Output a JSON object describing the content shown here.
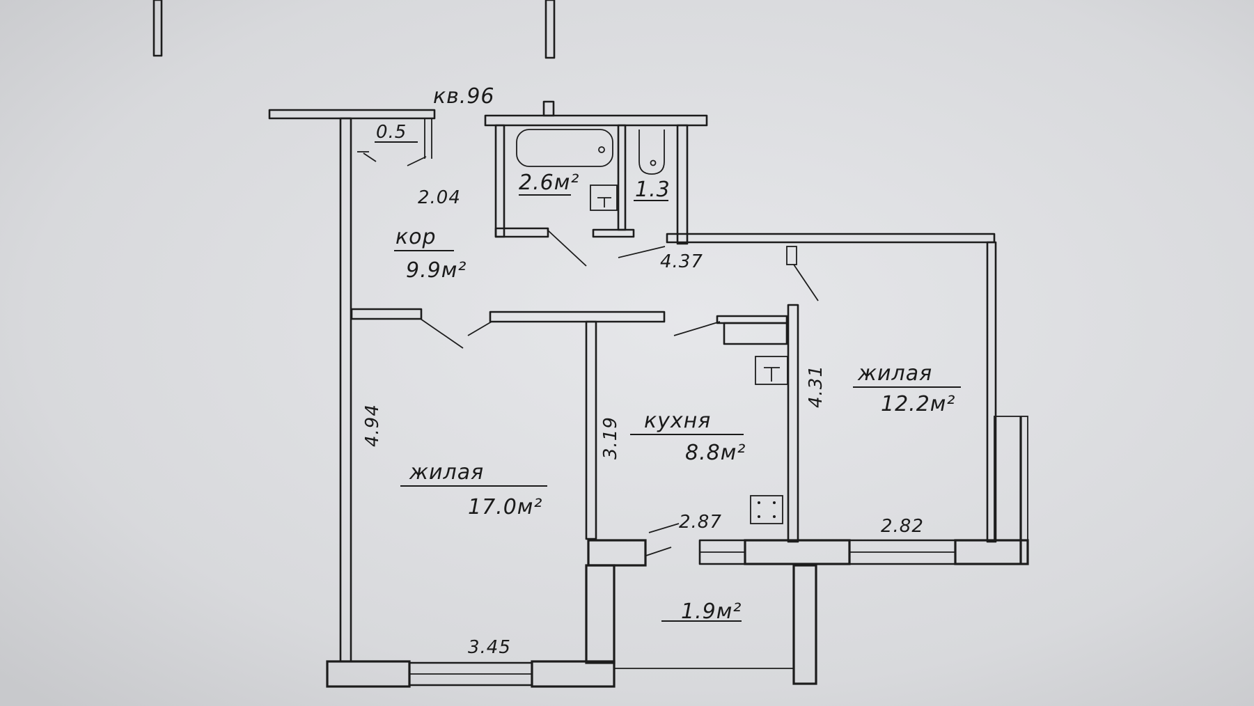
{
  "plan": {
    "apartment_label": "кв.96",
    "rooms": {
      "closet": {
        "area": "0.5"
      },
      "corridor": {
        "name": "кор",
        "area": "9.9м²",
        "dim": "2.04"
      },
      "bathroom": {
        "area": "2.6м²"
      },
      "toilet": {
        "area": "1.3"
      },
      "living_left": {
        "name": "жилая",
        "area": "17.0м²",
        "dim_height": "4.94",
        "dim_width": "3.45"
      },
      "kitchen": {
        "name": "кухня",
        "area": "8.8м²",
        "dim_height": "3.19",
        "dim_width": "2.87"
      },
      "living_right": {
        "name": "жилая",
        "area": "12.2м²",
        "dim_height": "4.31",
        "dim_width": "2.82",
        "dim_top": "4.37"
      },
      "balcony": {
        "area": "1.9м²"
      }
    }
  }
}
